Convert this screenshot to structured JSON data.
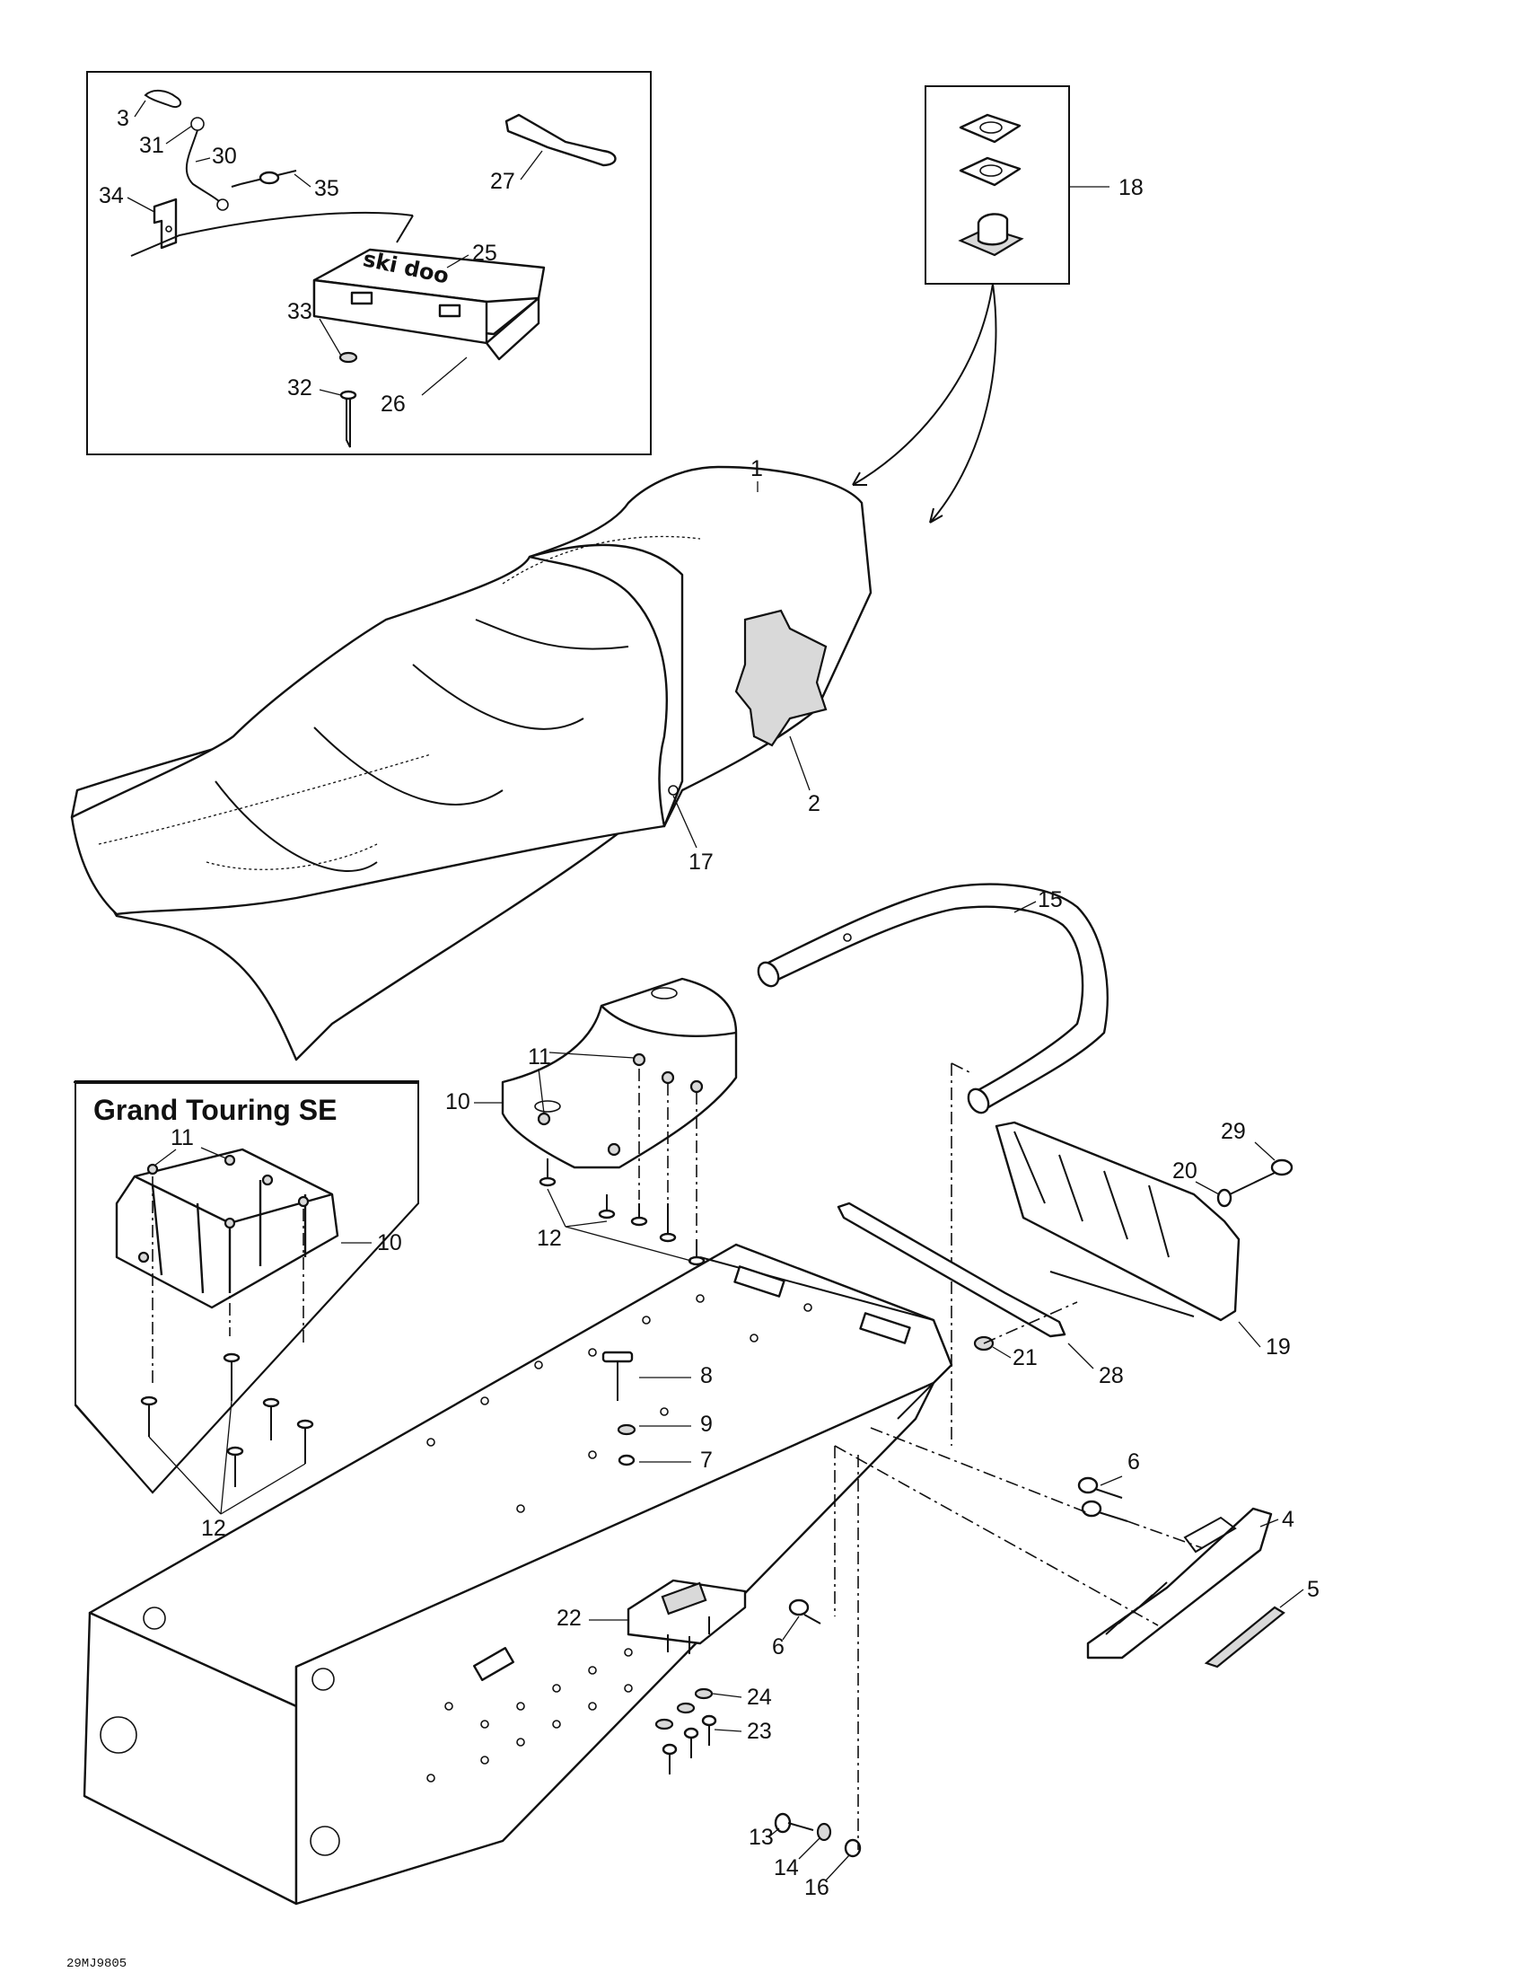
{
  "figure_code": "29MJ9805",
  "inset_title": "Grand Touring SE",
  "brand_on_box": "ski doo",
  "callouts": {
    "c1": "1",
    "c2": "2",
    "c3": "3",
    "c4": "4",
    "c5": "5",
    "c6a": "6",
    "c6b": "6",
    "c7": "7",
    "c8": "8",
    "c9": "9",
    "c10a": "10",
    "c10b": "10",
    "c11a": "11",
    "c11b": "11",
    "c12a": "12",
    "c12b": "12",
    "c13": "13",
    "c14": "14",
    "c15": "15",
    "c16": "16",
    "c17": "17",
    "c18": "18",
    "c19": "19",
    "c20": "20",
    "c21": "21",
    "c22": "22",
    "c23": "23",
    "c24": "24",
    "c25": "25",
    "c26": "26",
    "c27": "27",
    "c28": "28",
    "c29": "29",
    "c30": "30",
    "c31": "31",
    "c32": "32",
    "c33": "33",
    "c34": "34",
    "c35": "35"
  }
}
